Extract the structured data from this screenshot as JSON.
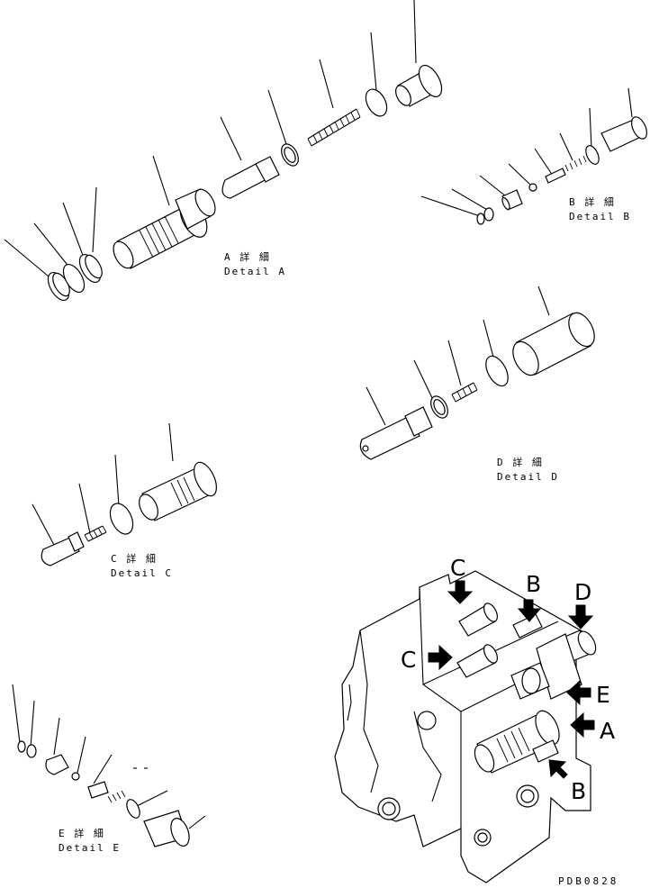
{
  "details": {
    "a": {
      "jp": "A 詳 細",
      "en": "Detail A"
    },
    "b": {
      "jp": "B 詳 細",
      "en": "Detail B"
    },
    "c": {
      "jp": "C 詳 細",
      "en": "Detail C"
    },
    "d": {
      "jp": "D 詳 細",
      "en": "Detail D"
    },
    "e": {
      "jp": "E 詳 細",
      "en": "Detail E"
    }
  },
  "assembly_callouts": {
    "c_top": "C",
    "c_mid": "C",
    "b_top": "B",
    "d": "D",
    "e": "E",
    "a": "A",
    "b_bottom": "B"
  },
  "drawing_code": "PDB0828"
}
